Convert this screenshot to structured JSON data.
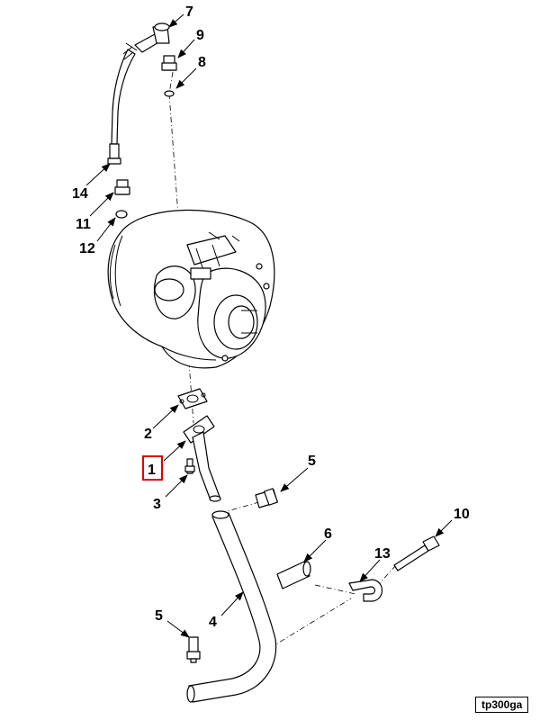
{
  "diagram": {
    "reference": "tp300ga",
    "highlight_color": "#e00000",
    "callouts": [
      {
        "id": "c7",
        "text": "7"
      },
      {
        "id": "c9",
        "text": "9"
      },
      {
        "id": "c8",
        "text": "8"
      },
      {
        "id": "c14",
        "text": "14"
      },
      {
        "id": "c11",
        "text": "11"
      },
      {
        "id": "c12",
        "text": "12"
      },
      {
        "id": "c2",
        "text": "2"
      },
      {
        "id": "c1",
        "text": "1"
      },
      {
        "id": "c3",
        "text": "3"
      },
      {
        "id": "c5a",
        "text": "5"
      },
      {
        "id": "c10",
        "text": "10"
      },
      {
        "id": "c6",
        "text": "6"
      },
      {
        "id": "c13",
        "text": "13"
      },
      {
        "id": "c4",
        "text": "4"
      },
      {
        "id": "c5b",
        "text": "5"
      }
    ]
  }
}
